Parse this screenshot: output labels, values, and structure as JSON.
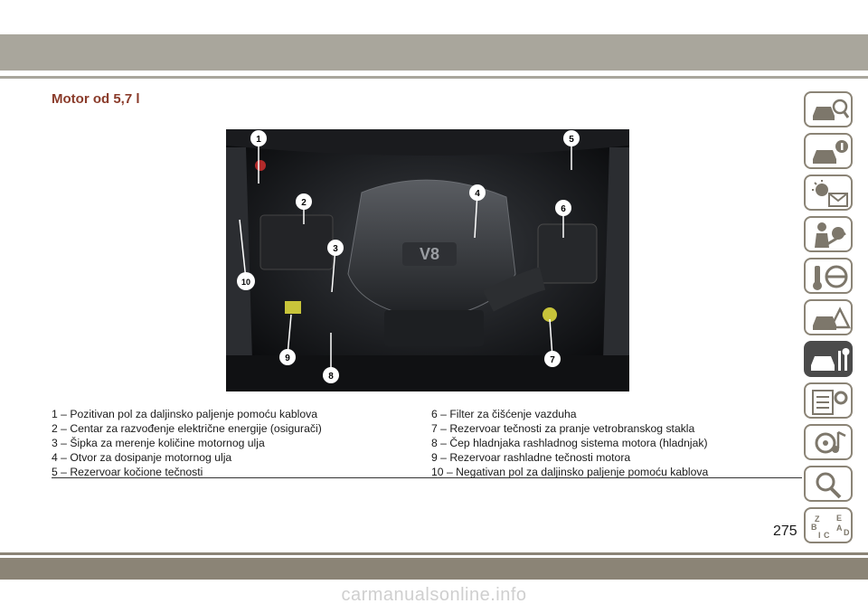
{
  "page": {
    "section_title": "Motor od 5,7 l",
    "page_number": "275",
    "watermark": "carmanualsonline.info"
  },
  "image": {
    "callouts": [
      "1",
      "2",
      "3",
      "4",
      "5",
      "6",
      "7",
      "8",
      "9",
      "10"
    ],
    "engine_badge": "V8"
  },
  "captions": {
    "left": [
      "1 – Pozitivan pol za daljinsko paljenje pomoću kablova",
      "2 – Centar za razvođenje električne energije (osigurači)",
      "3 – Šipka za merenje količine motornog ulja",
      "4 – Otvor za dosipanje motornog ulja",
      "5 – Rezervoar kočione tečnosti"
    ],
    "right": [
      "6 – Filter za čišćenje vazduha",
      "7 – Rezervoar tečnosti za pranje vetrobranskog stakla",
      "8 – Čep hladnjaka rashladnog sistema motora (hladnjak)",
      "9 – Rezervoar rashladne tečnosti motora",
      "10 – Negativan pol za daljinsko paljenje pomoću kablova"
    ]
  },
  "side_tabs": [
    {
      "icon": "car-search-icon",
      "active": false
    },
    {
      "icon": "car-info-icon",
      "active": false
    },
    {
      "icon": "warning-light-message-icon",
      "active": false
    },
    {
      "icon": "airbag-seat-icon",
      "active": false
    },
    {
      "icon": "steering-wheel-key-icon",
      "active": false
    },
    {
      "icon": "car-hazard-icon",
      "active": false
    },
    {
      "icon": "car-service-tools-icon",
      "active": true
    },
    {
      "icon": "specifications-gear-icon",
      "active": false
    },
    {
      "icon": "multimedia-music-icon",
      "active": false
    },
    {
      "icon": "search-magnifier-icon",
      "active": false
    },
    {
      "icon": "index-alphabet-icon",
      "active": false
    }
  ],
  "colors": {
    "title": "#8a3b2a",
    "band": "#a9a69c",
    "band_dark": "#8b8476",
    "active_tab": "#4b4b4b"
  }
}
